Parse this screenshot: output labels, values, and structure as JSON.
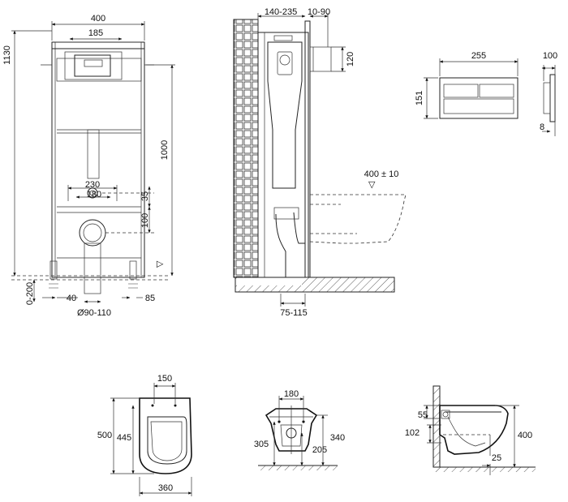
{
  "frame": {
    "dims": {
      "width": "400",
      "panel": "185",
      "height_total": "1130",
      "height_1000": "1000",
      "spacing_230": "230",
      "spacing_180": "180",
      "offset_35": "35",
      "offset_100": "100",
      "adjust_0_200": "0-200",
      "foot_40": "40",
      "diam": "Ø90-110",
      "foot_85": "85"
    }
  },
  "side": {
    "dims": {
      "depth": "140-235",
      "top_10_90": "10-90",
      "pipe_120": "120",
      "height_400": "400 ± 10",
      "bottom_75_115": "75-115"
    }
  },
  "flush_plate": {
    "dims": {
      "width": "255",
      "height": "151",
      "depth": "100",
      "thick": "8"
    }
  },
  "bowl_top": {
    "dims": {
      "top": "150",
      "length": "500",
      "inner": "445",
      "width": "360"
    }
  },
  "bowl_rear": {
    "dims": {
      "top": "180",
      "left": "305",
      "mid": "205",
      "right": "340"
    }
  },
  "bowl_side": {
    "dims": {
      "d55": "55",
      "d102": "102",
      "d25": "25",
      "d400": "400"
    }
  }
}
